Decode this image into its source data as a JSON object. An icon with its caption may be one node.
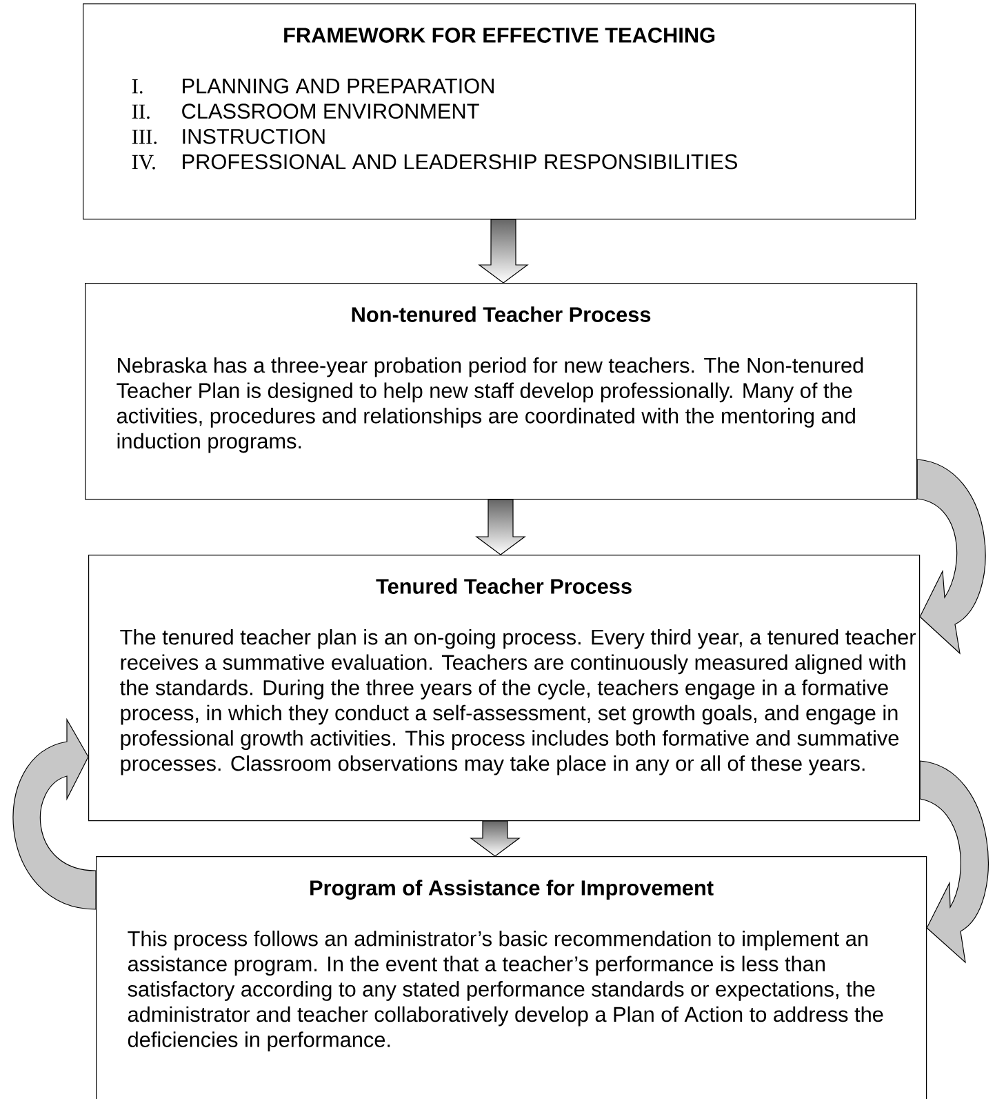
{
  "diagram": {
    "nodes": [
      {
        "text": [
          "FRAMEWORK FOR EFFECTIVE TEACHING",
          "I.",
          "PLANNING AND PREPARATION",
          "II.",
          "CLASSROOM ENVIRONMENT",
          "III.",
          "INSTRUCTION",
          "IV.",
          "PROFESSIONAL AND LEADERSHIP RESPONSIBILITIES"
        ]
      },
      {
        "text": [
          "Non-tenured Teacher Process",
          "Nebraska has a three-year probation period for new teachers. The Non-tenured Teacher Plan is designed to help new staff develop professionally. Many of the activities, procedures and relationships are coordinated with the mentoring and induction programs."
        ]
      },
      {
        "text": [
          "Tenured Teacher Process",
          "The tenured teacher plan is an on-going process. Every third year, a tenured teacher receives a summative evaluation. Teachers are continuously measured aligned with the standards. During the three years of the cycle, teachers engage in a formative process, in which they conduct a self-assessment, set growth goals, and engage in professional growth activities. This process includes both formative and summative processes. Classroom observations may take place in any or all of these years."
        ]
      },
      {
        "text": [
          "Program of Assistance for Improvement",
          "This process follows an administrator’s basic recommendation to implement an assistance program. In the event that a teacher’s performance is less than satisfactory according to any stated performance standards or expectations, the administrator and teacher collaboratively develop a Plan of Action to address the deficiencies in performance."
        ]
      }
    ],
    "edges": [
      {
        "from": 0,
        "to": 1,
        "arrow": "to"
      },
      {
        "from": 1,
        "to": 2,
        "arrow": "to"
      },
      {
        "from": 1,
        "to": 2,
        "arrow": "to"
      },
      {
        "from": 2,
        "to": 3,
        "arrow": "to"
      },
      {
        "from": 2,
        "to": 3,
        "arrow": "to"
      },
      {
        "from": 3,
        "to": 2,
        "arrow": "to"
      }
    ]
  }
}
